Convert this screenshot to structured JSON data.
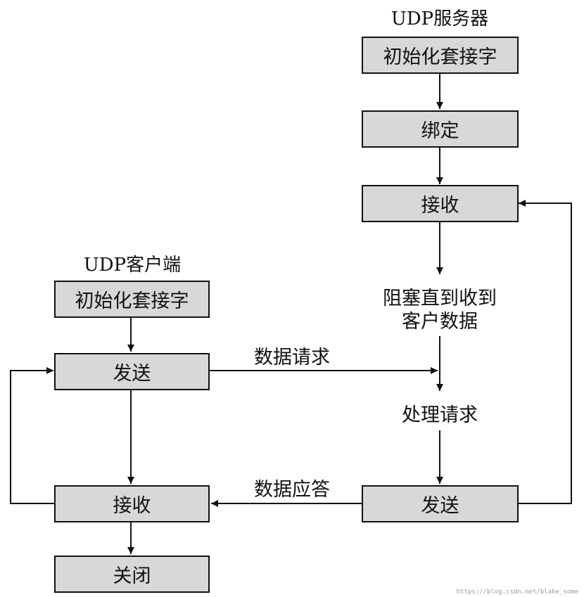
{
  "server": {
    "title": "UDP服务器",
    "init": "初始化套接字",
    "bind": "绑定",
    "recv": "接收",
    "block_line1": "阻塞直到收到",
    "block_line2": "客户数据",
    "process": "处理请求",
    "send": "发送"
  },
  "client": {
    "title": "UDP客户端",
    "init": "初始化套接字",
    "send": "发送",
    "recv": "接收",
    "close": "关闭"
  },
  "edges": {
    "request": "数据请求",
    "response": "数据应答"
  },
  "watermark": "https://blog.csdn.net/blake_some"
}
